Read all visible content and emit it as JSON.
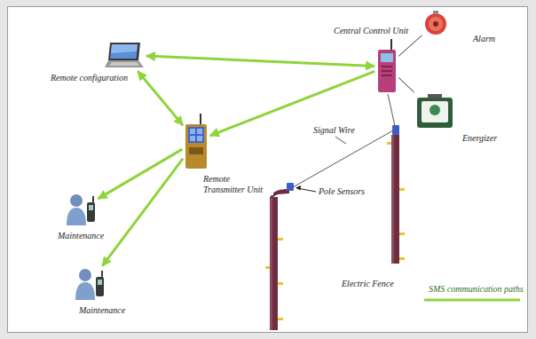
{
  "diagram": {
    "nodes": [
      {
        "text": [
          "Remote configuration"
        ]
      },
      {
        "text": [
          "Central Control Unit"
        ]
      },
      {
        "text": [
          "Alarm"
        ]
      },
      {
        "text": [
          "Energizer"
        ]
      },
      {
        "text": [
          "Remote Transmitter Unit"
        ]
      },
      {
        "text": [
          "Maintenance"
        ]
      },
      {
        "text": [
          "Maintenance"
        ]
      }
    ],
    "edges": [
      {
        "from": 0,
        "to": 1,
        "arrow": "both"
      },
      {
        "from": 0,
        "to": 4,
        "arrow": "both"
      },
      {
        "from": 1,
        "to": 4,
        "arrow": "to"
      },
      {
        "from": 4,
        "to": 5,
        "arrow": "to"
      },
      {
        "from": 4,
        "to": 6,
        "arrow": "to"
      },
      {
        "from": 1,
        "to": 2,
        "arrow": "none"
      },
      {
        "from": 1,
        "to": 3,
        "arrow": "none"
      }
    ],
    "labels": [
      "Signal Wire",
      "Pole Sensors",
      "Electric Fence"
    ],
    "legend": [
      {
        "text": "SMS communication paths"
      }
    ]
  }
}
